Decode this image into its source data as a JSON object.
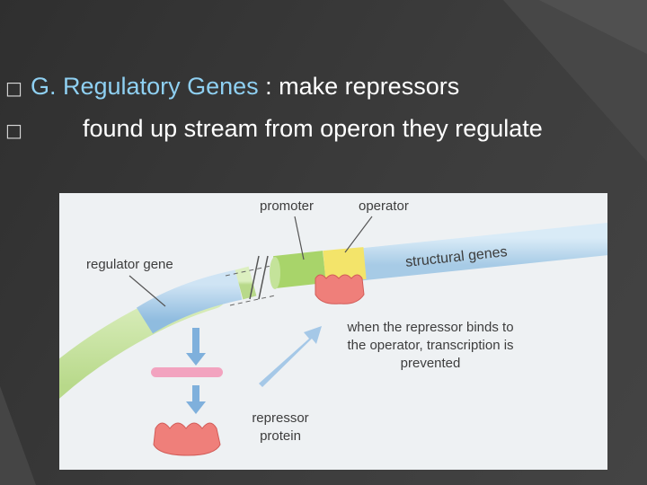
{
  "slide": {
    "line1": {
      "bullet": "□",
      "highlight": "G. Regulatory Genes",
      "rest": " : make repressors"
    },
    "line2": {
      "bullet": "□",
      "text": "found up stream from operon they regulate"
    }
  },
  "figure": {
    "labels": {
      "promoter": "promoter",
      "operator": "operator",
      "regulator_gene": "regulator gene",
      "structural_genes": "structural genes",
      "note": "when the repressor binds to the operator, transcription is prevented",
      "repressor_protein": "repressor protein"
    },
    "colors": {
      "dna_green": "#c9e3a0",
      "regulator_blue": "#a9cfe8",
      "promoter_green": "#a8d46a",
      "operator_yellow": "#f3e46a",
      "repressor_red": "#ef7f7a",
      "mrna_pink": "#f2a3bf",
      "arrow_blue": "#7fb0dc"
    }
  }
}
